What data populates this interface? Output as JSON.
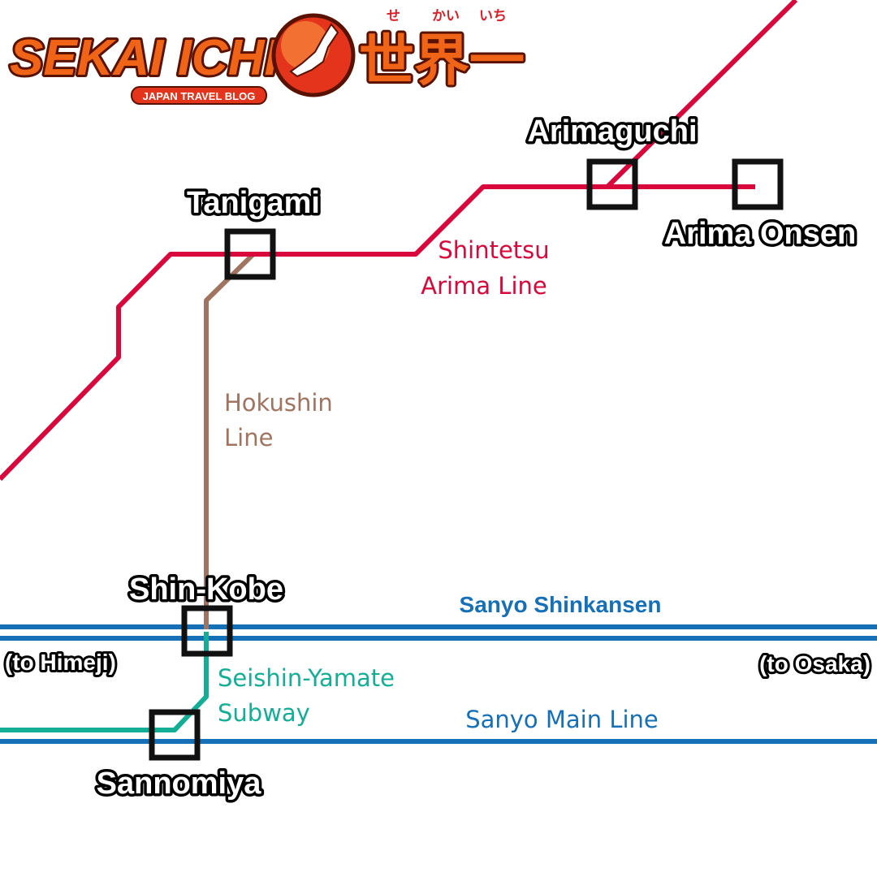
{
  "logo": {
    "brand": "SEKAI ICHI",
    "kanji": "世界一",
    "furigana": [
      "せ",
      "かい",
      "いち"
    ],
    "tagline": "JAPAN TRAVEL BLOG"
  },
  "colors": {
    "shintetsu": "#d8083c",
    "hokushin": "#a07460",
    "subway": "#14ae96",
    "jr": "#1670b8",
    "station_box": "#111111"
  },
  "stations": {
    "tanigami": "Tanigami",
    "arimaguchi": "Arimaguchi",
    "arima_onsen": "Arima Onsen",
    "shin_kobe": "Shin-Kobe",
    "sannomiya": "Sannomiya"
  },
  "lines": {
    "shintetsu": [
      "Shintetsu",
      "Arima Line"
    ],
    "hokushin": [
      "Hokushin",
      "Line"
    ],
    "subway": [
      "Seishin-Yamate",
      "Subway"
    ],
    "shinkansen": "Sanyo Shinkansen",
    "main_line": "Sanyo Main Line"
  },
  "directions": {
    "west": "(to Himeji)",
    "east": "(to Osaka)"
  }
}
